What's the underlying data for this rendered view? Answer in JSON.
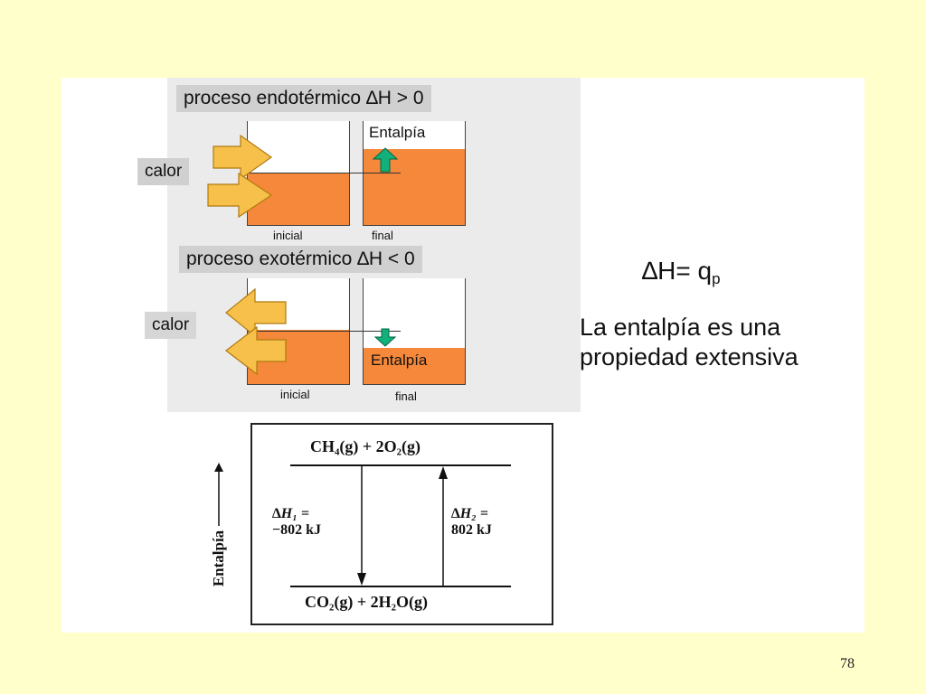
{
  "endo": {
    "title": "proceso endotérmico ∆H > 0",
    "heat_label": "calor",
    "enthalpy_label": "Entalpía",
    "initial_label": "inicial",
    "final_label": "final"
  },
  "exo": {
    "title": "proceso exotérmico ∆H < 0",
    "heat_label": "calor",
    "enthalpy_label": "Entalpía",
    "initial_label": "inicial",
    "final_label": "final"
  },
  "formula": {
    "lhs": "∆H= q",
    "subscript": "p"
  },
  "statement": {
    "line1": "La entalpía es una",
    "line2": "propiedad extensiva"
  },
  "energy_diagram": {
    "axis_label": "Entalpía",
    "top_level": "CH₄(g) + 2O₂(g)",
    "bottom_level": "CO₂(g) + 2H₂O(g)",
    "dh1_label": "∆H₁ =",
    "dh1_value": "−802 kJ",
    "dh2_label": "∆H₂ =",
    "dh2_value": "802 kJ"
  },
  "page_number": "78",
  "colors": {
    "background": "#ffffcc",
    "liquid": "#f5883a",
    "heat_arrow": "#f6c04a",
    "enthalpy_arrow": "#12b07a",
    "label_box": "#d0d0d0"
  }
}
